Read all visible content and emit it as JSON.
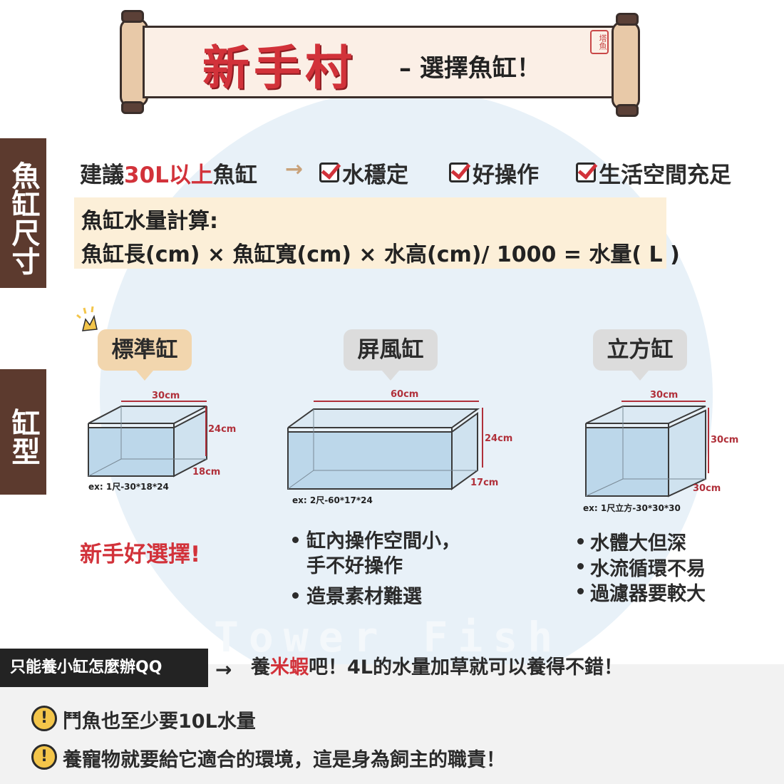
{
  "header": {
    "title": "新手村",
    "subtitle": "– 選擇魚缸！",
    "seal": "塔魚"
  },
  "watermark": "Tower Fish",
  "side_labels": {
    "size": "魚缸尺寸",
    "type": "缸型"
  },
  "recommendation": {
    "prefix": "建議",
    "highlight": "30L以上",
    "suffix": "魚缸",
    "arrow": "→",
    "benefits": [
      "水穩定",
      "好操作",
      "生活空間充足"
    ]
  },
  "formula": {
    "label": "魚缸水量計算:",
    "expression": "魚缸長(cm) × 魚缸寬(cm) × 水高(cm)/ 1000 = 水量( L )"
  },
  "tank_types": [
    {
      "name": "標準缸",
      "dims": {
        "length": "30cm",
        "height": "24cm",
        "depth": "18cm"
      },
      "example": "ex: 1尺-30*18*24",
      "verdict": "新手好選擇!",
      "notes": []
    },
    {
      "name": "屏風缸",
      "dims": {
        "length": "60cm",
        "height": "24cm",
        "depth": "17cm"
      },
      "example": "ex: 2尺-60*17*24",
      "notes": [
        "缸內操作空間小，",
        "手不好操作",
        "造景素材難選"
      ]
    },
    {
      "name": "立方缸",
      "dims": {
        "length": "30cm",
        "height": "30cm",
        "depth": "30cm"
      },
      "example": "ex: 1尺立方-30*30*30",
      "notes": [
        "水體大但深",
        "水流循環不易",
        "過濾器要較大"
      ]
    }
  ],
  "small_tank": {
    "label": "只能養小缸怎麼辦QQ",
    "arrow": "→",
    "tip_prefix": "養",
    "tip_highlight": "米蝦",
    "tip_suffix": "吧！4L的水量加草就可以養得不錯！"
  },
  "warnings": [
    {
      "icon": "!",
      "text": "鬥魚也至少要10L水量"
    },
    {
      "icon": "!",
      "text": "養寵物就要給它適合的環境，這是身為飼主的職責！"
    }
  ],
  "colors": {
    "accent_red": "#d2323a",
    "brown": "#5c3a2e",
    "paper": "#fbefe6",
    "formula_bg": "#fcefd8",
    "water": "#cfe2ef"
  }
}
